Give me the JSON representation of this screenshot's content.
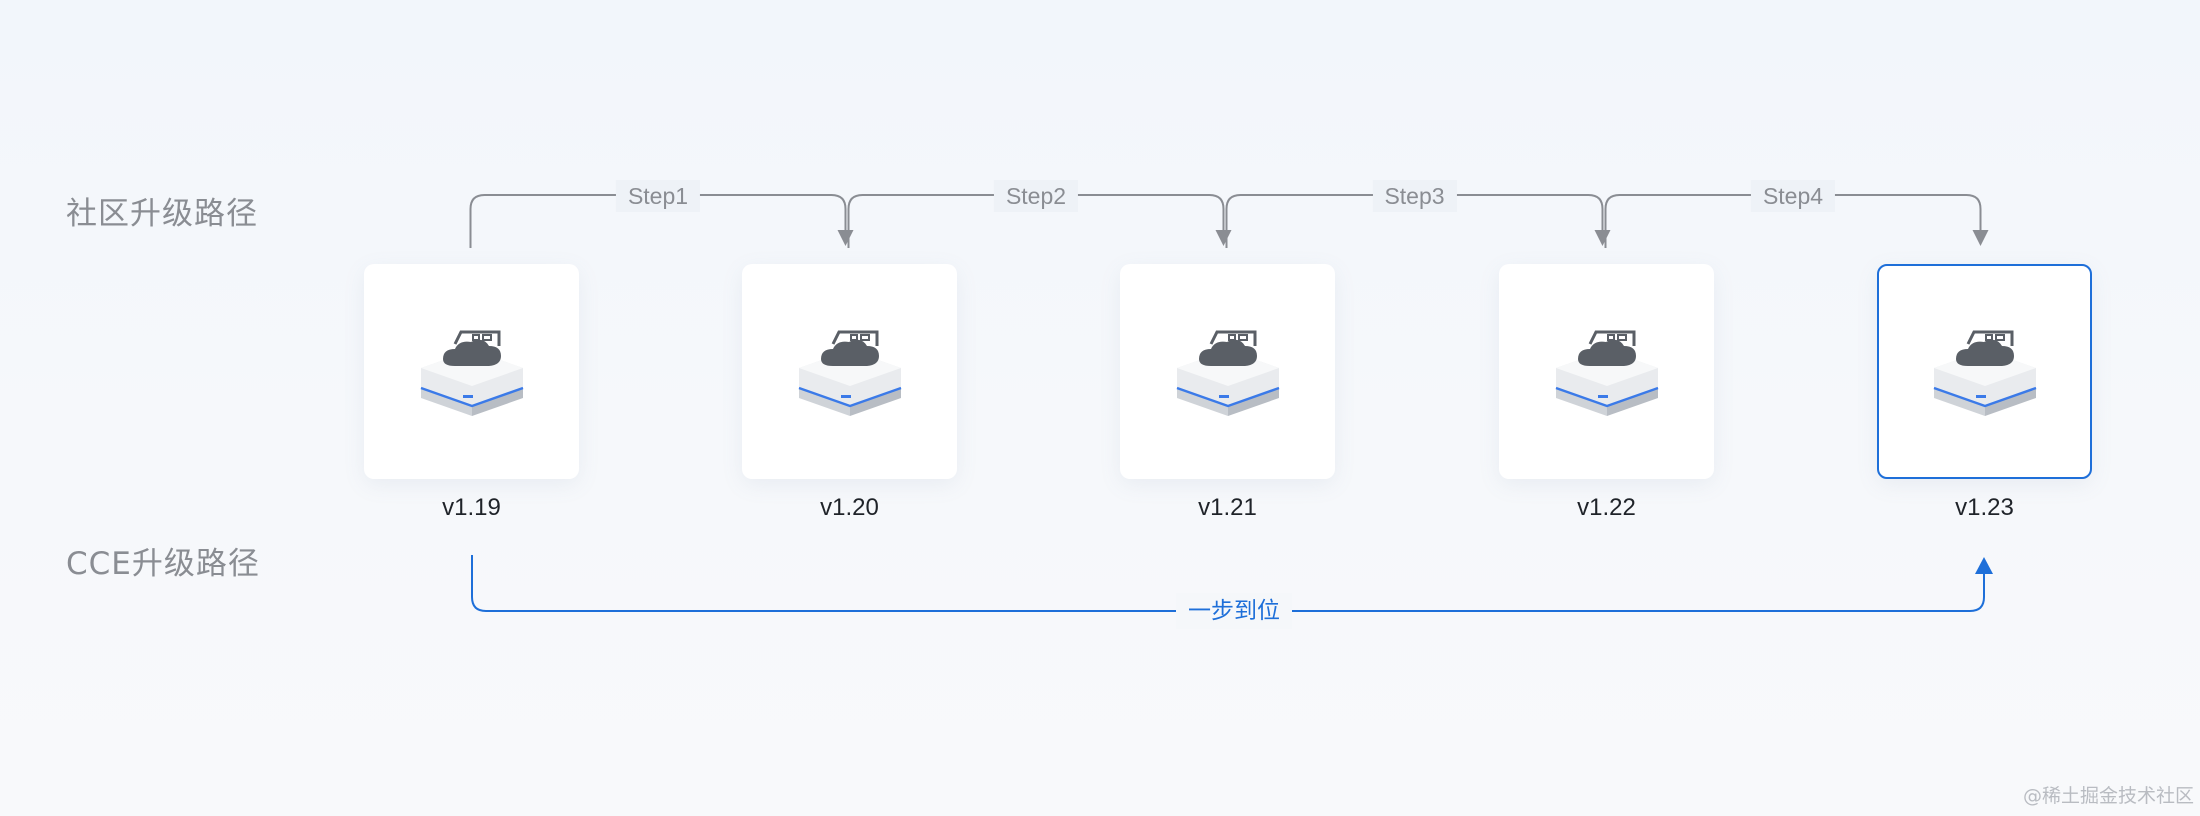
{
  "rows": {
    "community": "社区升级路径",
    "cce": "CCE升级路径"
  },
  "versions": [
    "v1.19",
    "v1.20",
    "v1.21",
    "v1.22",
    "v1.23"
  ],
  "steps": [
    "Step1",
    "Step2",
    "Step3",
    "Step4"
  ],
  "one_step": "一步到位",
  "watermark": "@稀土掘金技术社区",
  "colors": {
    "community_arrow": "#8a8d93",
    "cce_arrow": "#1e6fd9",
    "highlight_border": "#1e6fd9"
  },
  "icons": [
    "cloud-server-device-icon"
  ]
}
